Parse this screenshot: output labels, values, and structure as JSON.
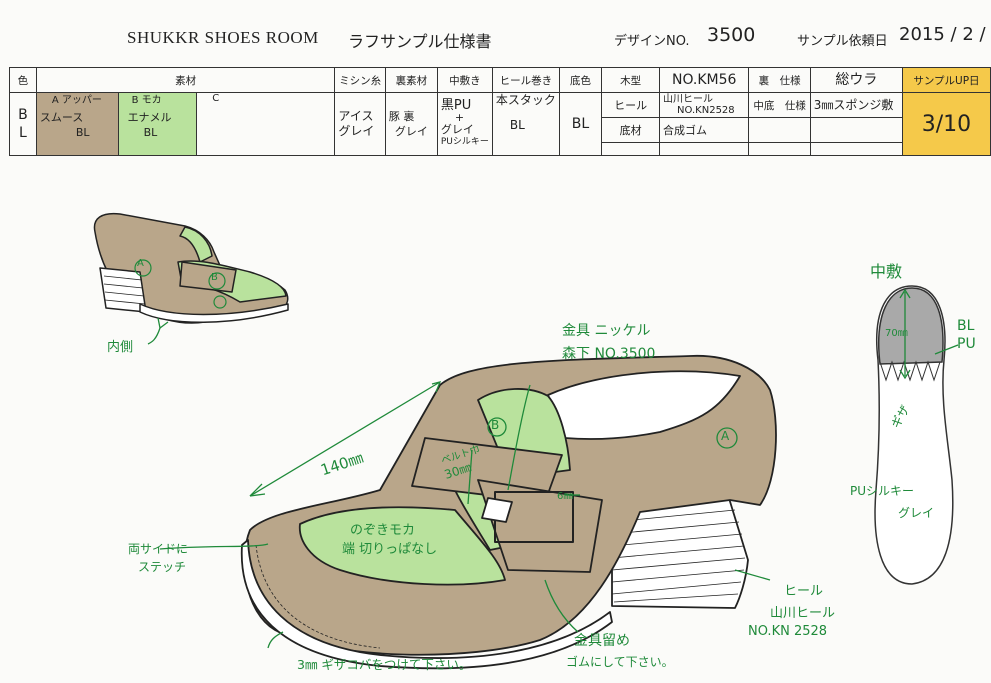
{
  "header": {
    "brand": "SHUKKR SHOES ROOM",
    "doc_title": "ラフサンプル仕様書",
    "design_no_label": "デザインNO.",
    "design_no_value": "3500",
    "request_date_label": "サンプル依頼日",
    "request_date_value": "2015 / 2 /"
  },
  "table": {
    "headers": {
      "color": "色",
      "material": "素材",
      "sewing_thread": "ミシン糸",
      "lining": "裏素材",
      "insole": "中敷き",
      "heel_wrap": "ヒール巻き",
      "sole_color": "底色",
      "last": "木型",
      "last_value": "NO.KM56",
      "finish": "裏　仕様",
      "finish_value": "総ウラ",
      "sample_up": "サンプルUP日",
      "heel": "ヒール",
      "heel_value_1": "山川ヒール",
      "heel_value_2": "NO.KN2528",
      "mid_finish": "中底　仕様",
      "mid_finish_value": "3㎜スポンジ敷",
      "outsole": "底材",
      "outsole_value": "合成ゴム"
    },
    "values": {
      "color_1": "B",
      "color_2": "L",
      "mat_a_label": "A アッパー",
      "mat_a_line1": "スムース",
      "mat_a_line2": "BL",
      "mat_b_label": "B モカ",
      "mat_b_line1": "エナメル",
      "mat_b_line2": "BL",
      "mat_c_label": "C",
      "thread_1": "アイス",
      "thread_2": "グレイ",
      "lining_1": "豚 裏",
      "lining_2": "グレイ",
      "insole_1": "黒PU",
      "insole_2": "+",
      "insole_3": "グレイ",
      "insole_4": "PUシルキー",
      "heel_wrap_value": "本スタック",
      "heel_wrap_value_2": "BL",
      "sole_color_value": "BL",
      "sample_up_value": "3/10"
    }
  },
  "annotations": {
    "inside_view": "内側",
    "hardware_1": "金具 ニッケル",
    "hardware_2": "森下 NO.3500",
    "length": "140㎜",
    "belt_width_1": "ベルト巾",
    "belt_width_2": "30㎜",
    "buckle_width": "6㎜",
    "both_sides_1": "両サイドに",
    "both_sides_2": "ステッチ",
    "moca_1": "のぞきモカ",
    "moca_2": "端 切りっぱなし",
    "heel_1": "ヒール",
    "heel_2": "山川ヒール",
    "heel_3": "NO.KN 2528",
    "fastener_1": "金具留め",
    "fastener_2": "ゴムにして下さい。",
    "welt": "3㎜ ギザコバをつけて下さい。",
    "insole_title": "中敷",
    "insole_70": "70㎜",
    "insole_zigzag": "ギザ",
    "insole_material_1": "PUシルキー",
    "insole_material_2": "グレイ",
    "insole_color_1": "BL",
    "insole_color_2": "PU",
    "marker_a": "A",
    "marker_b": "B"
  },
  "colors": {
    "upper_brown": "#b9a68a",
    "moca_green": "#b9e29d",
    "sample_gold": "#f5c94a",
    "annotation_green": "#1f8a3a",
    "insole_gray": "#a9a9a9"
  }
}
